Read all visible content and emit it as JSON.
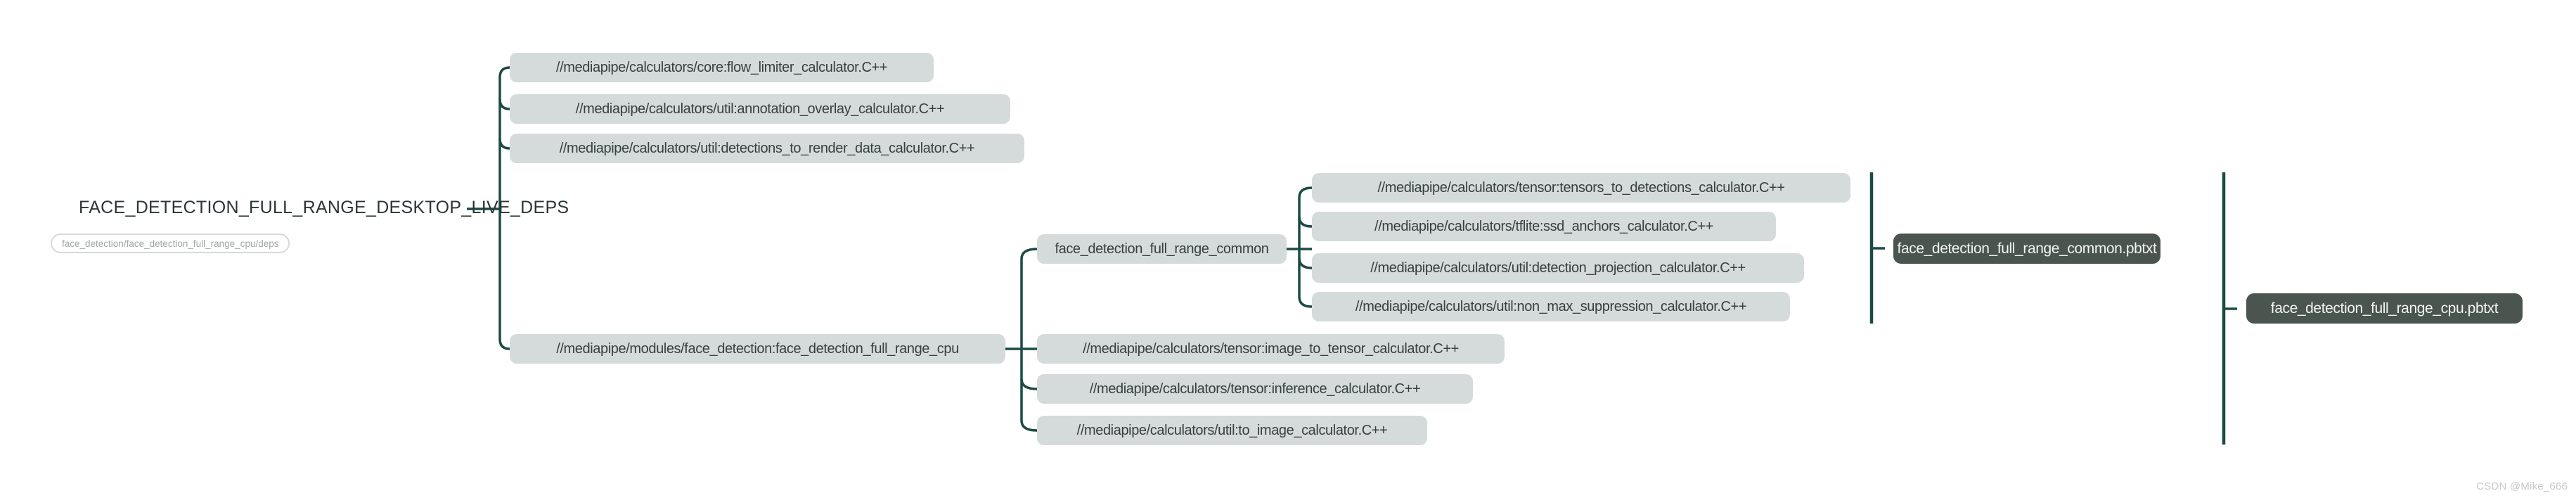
{
  "root": {
    "title": "FACE_DETECTION_FULL_RANGE_DESKTOP_LIVE_DEPS",
    "badge": "face_detection/face_detection_full_range_cpu/deps"
  },
  "nodes": {
    "flow_limiter": {
      "label": "//mediapipe/calculators/core:flow_limiter_calculator.C++"
    },
    "annotation_overlay": {
      "label": "//mediapipe/calculators/util:annotation_overlay_calculator.C++"
    },
    "detections_to_render_data": {
      "label": "//mediapipe/calculators/util:detections_to_render_data_calculator.C++"
    },
    "face_detection_module": {
      "label": "//mediapipe/modules/face_detection:face_detection_full_range_cpu"
    },
    "common_group": {
      "label": "face_detection_full_range_common"
    },
    "tensors_to_detections": {
      "label": "//mediapipe/calculators/tensor:tensors_to_detections_calculator.C++"
    },
    "ssd_anchors": {
      "label": "//mediapipe/calculators/tflite:ssd_anchors_calculator.C++"
    },
    "detection_projection": {
      "label": "//mediapipe/calculators/util:detection_projection_calculator.C++"
    },
    "non_max_suppression": {
      "label": "//mediapipe/calculators/util:non_max_suppression_calculator.C++"
    },
    "image_to_tensor": {
      "label": "//mediapipe/calculators/tensor:image_to_tensor_calculator.C++"
    },
    "inference": {
      "label": "//mediapipe/calculators/tensor:inference_calculator.C++"
    },
    "to_image": {
      "label": "//mediapipe/calculators/util:to_image_calculator.C++"
    },
    "common_pbtxt": {
      "label": "face_detection_full_range_common.pbtxt"
    },
    "cpu_pbtxt": {
      "label": "face_detection_full_range_cpu.pbtxt"
    }
  },
  "colors": {
    "node_fill": "#d5dbdb",
    "node_text": "#36403d",
    "dark_node_fill": "#4a554f",
    "dark_node_text": "#f2f5f0",
    "connector": "#1d4a46",
    "root_text": "#2b3538",
    "badge_text": "#9fa6a6",
    "watermark_text": "#c8c8c8"
  },
  "watermark": "CSDN @Mike_666"
}
